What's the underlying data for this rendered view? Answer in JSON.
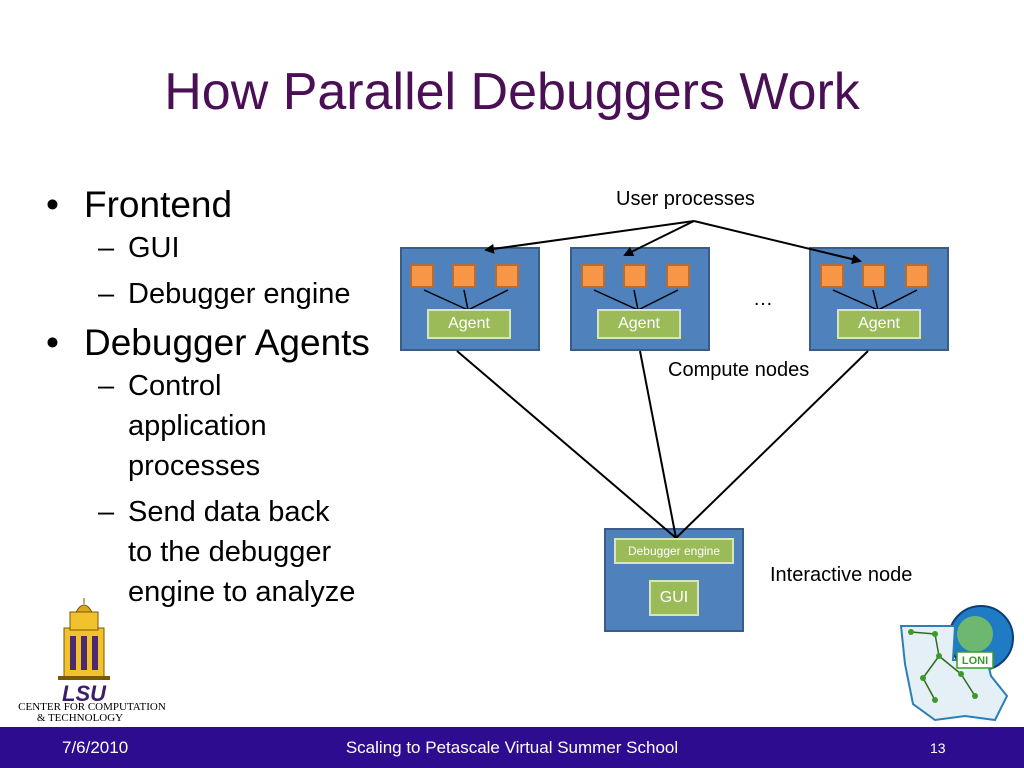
{
  "slide": {
    "title": "How Parallel Debuggers Work"
  },
  "bullets": [
    {
      "text": "Frontend",
      "sub": [
        "GUI",
        "Debugger engine"
      ]
    },
    {
      "text": "Debugger Agents",
      "sub": [
        [
          "Control",
          "application",
          "processes"
        ],
        [
          "Send data back",
          "to the debugger",
          "engine to analyze"
        ]
      ]
    }
  ],
  "diagram": {
    "user_processes_label": "User processes",
    "compute_nodes_label": "Compute nodes",
    "ellipsis": "…",
    "agent_label": "Agent",
    "debugger_engine_label": "Debugger engine",
    "gui_label": "GUI",
    "interactive_node_label": "Interactive node"
  },
  "logos": {
    "lsu_text": "LSU",
    "cct_line1": "CENTER FOR COMPUTATION",
    "cct_line2": "& TECHNOLOGY",
    "loni_text": "LONI"
  },
  "footer": {
    "date": "7/6/2010",
    "event": "Scaling to Petascale Virtual Summer School",
    "page": "13"
  },
  "colors": {
    "title": "#4b0f56",
    "footer_bg": "#2e0c8f",
    "node_fill": "#4f81bd",
    "process_fill": "#f79646",
    "agent_fill": "#9bbb59"
  }
}
